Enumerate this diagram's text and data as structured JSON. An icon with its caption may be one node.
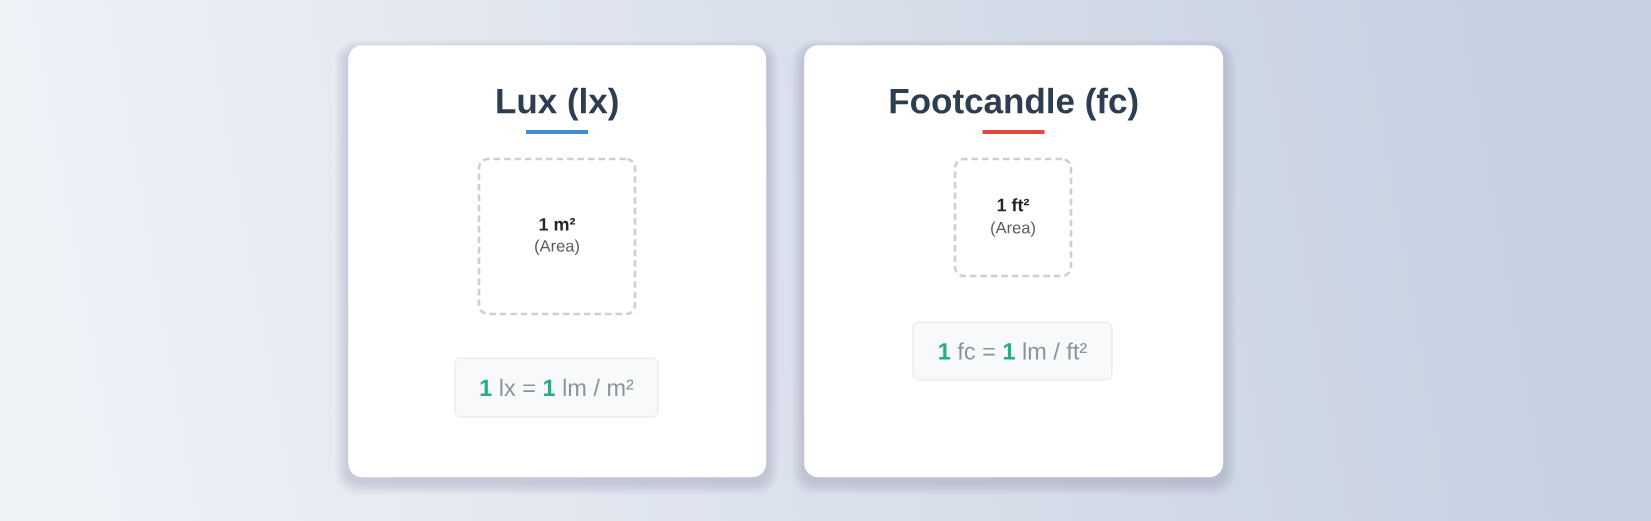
{
  "diagram": {
    "nodes": [
      {
        "text": [
          "Lux (lx)"
        ]
      },
      {
        "text": [
          "1 m²",
          "(Area)"
        ],
        "in": 0
      },
      {
        "text": [
          "**1** lx = **1** lm / m²"
        ],
        "in": 0
      },
      {
        "text": [
          "Footcandle (fc)"
        ]
      },
      {
        "text": [
          "1 ft²",
          "(Area)"
        ],
        "in": 3
      },
      {
        "text": [
          "**1** fc = **1** lm / ft²"
        ],
        "in": 3
      }
    ]
  }
}
